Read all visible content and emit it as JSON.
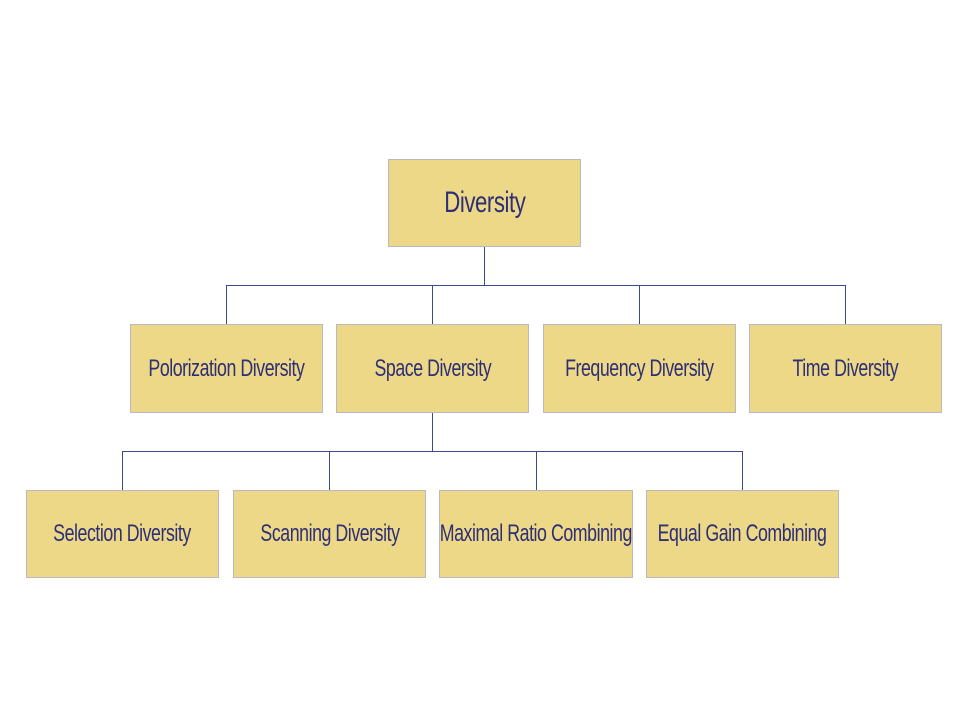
{
  "diagram": {
    "root": {
      "label": "Diversity"
    },
    "level1": [
      {
        "label": "Polorization Diversity"
      },
      {
        "label": "Space Diversity"
      },
      {
        "label": "Frequency Diversity"
      },
      {
        "label": "Time Diversity"
      }
    ],
    "level2": [
      {
        "label": "Selection Diversity"
      },
      {
        "label": "Scanning Diversity"
      },
      {
        "label": "Maximal Ratio Combining"
      },
      {
        "label": "Equal Gain Combining"
      }
    ],
    "colors": {
      "box_fill": "#ecd886",
      "box_border": "#b9b9c4",
      "text": "#2e2f76",
      "connector": "#3b4a8c"
    }
  }
}
